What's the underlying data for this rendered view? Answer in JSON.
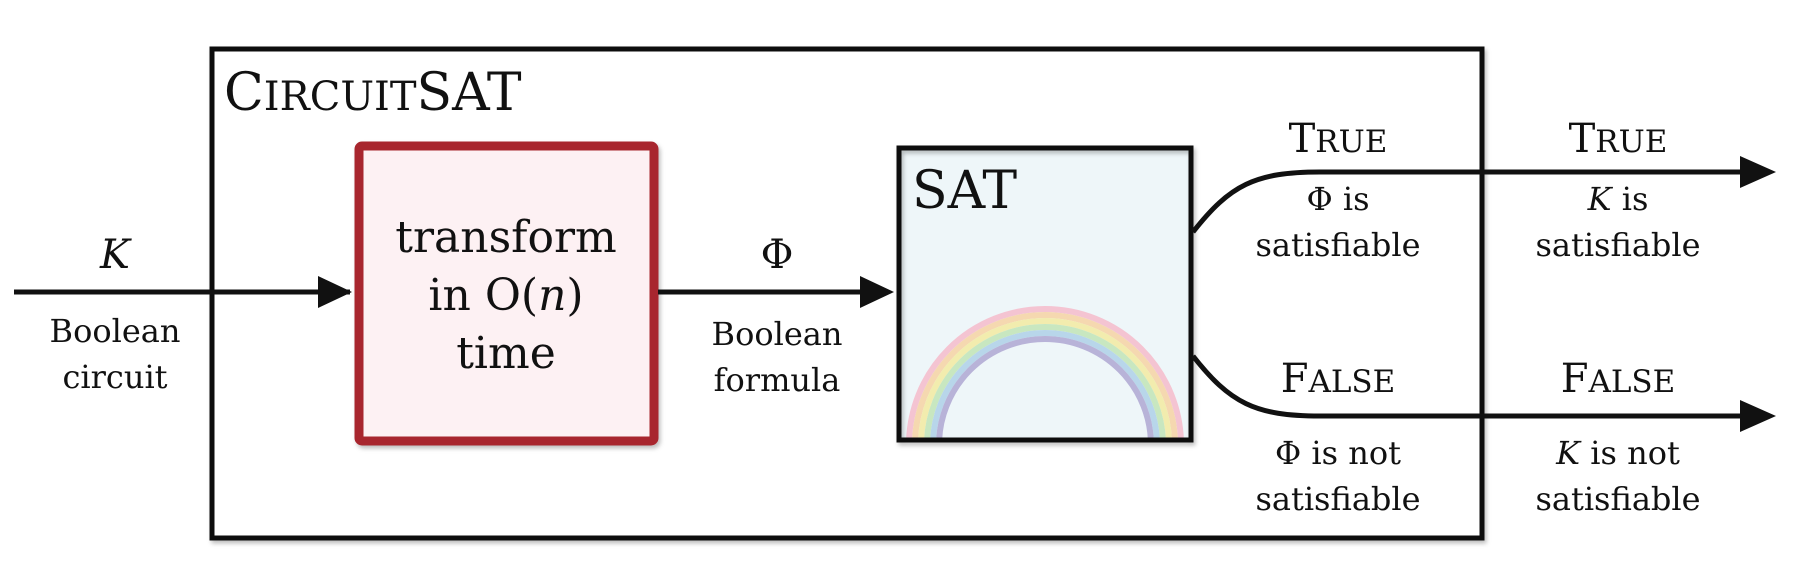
{
  "outer_box": {
    "title_cap": "C",
    "title_small": "IRCUIT",
    "title_rest": "SAT"
  },
  "input": {
    "symbol": "K",
    "desc_line1": "Boolean",
    "desc_line2": "circuit"
  },
  "transform_box": {
    "line1": "transform",
    "line2_prefix": "in O(",
    "line2_var": "n",
    "line2_suffix": ")",
    "line3": "time"
  },
  "middle": {
    "symbol": "Φ",
    "desc_line1": "Boolean",
    "desc_line2": "formula"
  },
  "sat_box": {
    "title": "SAT"
  },
  "inner_true": {
    "cap": "T",
    "small": "RUE",
    "desc_line1": "Φ is",
    "desc_line2": "satisfiable"
  },
  "inner_false": {
    "cap": "F",
    "small": "ALSE",
    "desc_line1": "Φ is not",
    "desc_line2": "satisfiable"
  },
  "outer_true": {
    "cap": "T",
    "small": "RUE",
    "desc_var": "K",
    "desc_line1_rest": " is",
    "desc_line2": "satisfiable"
  },
  "outer_false": {
    "cap": "F",
    "small": "ALSE",
    "desc_var": "K",
    "desc_line1_rest": " is not",
    "desc_line2": "satisfiable"
  },
  "colors": {
    "transform_border": "#a8262e",
    "transform_fill": "#fdf1f3",
    "sat_fill": "#eef6f9",
    "rainbow": [
      "#f4c4d2",
      "#f5d8b0",
      "#f2ecae",
      "#c8e7c0",
      "#b8d6ea",
      "#b8b3d8"
    ]
  }
}
